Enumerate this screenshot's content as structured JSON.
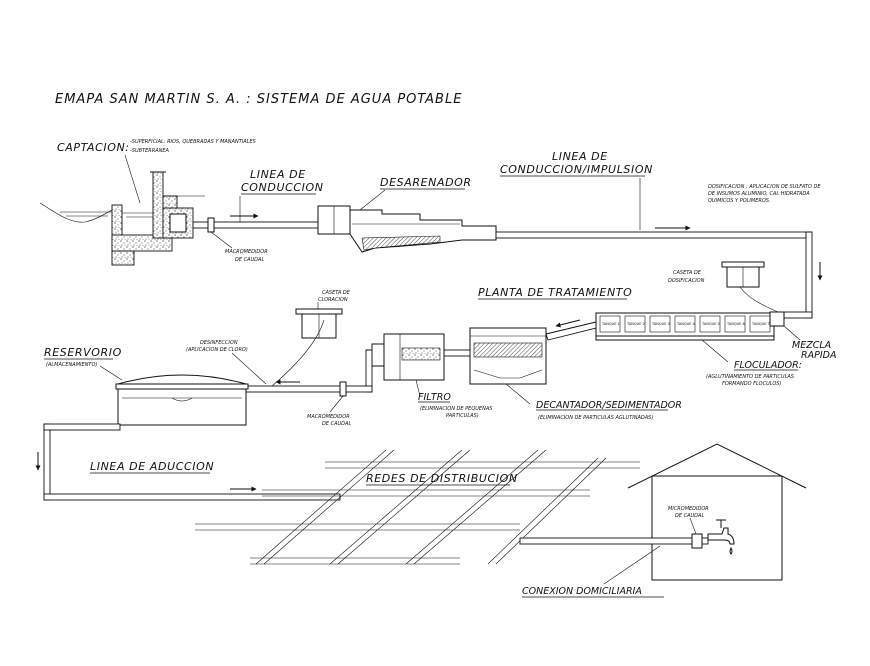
{
  "title": "EMAPA SAN MARTIN S. A. : SISTEMA DE AGUA POTABLE",
  "captacion": {
    "label": "CAPTACION:",
    "item1": "-SUPERFICIAL: RIOS, QUEBRADAS Y MANANTIALES",
    "item2": "-SUBTERRANEA"
  },
  "linea_conduccion": {
    "line1": "LINEA DE",
    "line2": "CONDUCCION"
  },
  "desarenador": "DESARENADOR",
  "linea_impulsion": {
    "line1": "LINEA DE",
    "line2": "CONDUCCION/IMPULSION"
  },
  "dosificacion": {
    "line1": "DOSIFICACION : APLICACION DE SULFATO DE",
    "line2": "DE INSUMOS      ALUMINIO, CAL HIDRATADA",
    "line3": "QUIMICOS       Y POLIMEROS."
  },
  "macromedidor_1": {
    "line1": "MACROMEDIDOR",
    "line2": "DE CAUDAL"
  },
  "caseta_dosificacion": {
    "line1": "CASETA DE",
    "line2": "DOSIFICACION"
  },
  "planta_tratamiento": "PLANTA DE TRATAMIENTO",
  "caseta_cloracion": {
    "line1": "CASETA DE",
    "line2": "CLORACION"
  },
  "mezcla": {
    "line1": "MEZCLA",
    "line2": "RAPIDA"
  },
  "floculador": {
    "label": "FLOCULADOR:",
    "line1": "(AGLUTINAMIENTO DE PARTICULAS",
    "line2": "FORMANDO FLOCULOS)"
  },
  "floc_tanks": [
    "TANQUE 1",
    "TANQUE 2",
    "TANQUE 3",
    "TANQUE 4",
    "TANQUE 5",
    "TANQUE 6",
    "TANQUE 7"
  ],
  "reservorio": {
    "label": "RESERVORIO",
    "sub": "(ALMACENAMIENTO)"
  },
  "desinfeccion": {
    "line1": "DESINFECCION",
    "line2": "(APLICACION DE CLORO)"
  },
  "filtro": {
    "label": "FILTRO",
    "line1": "(ELIMINACION DE PEQUEÑAS",
    "line2": "PARTICULAS)"
  },
  "decantador": {
    "label": "DECANTADOR/SEDIMENTADOR",
    "line1": "(ELIMINACION DE PARTICULAS AGLUTINADAS)"
  },
  "macromedidor_2": {
    "line1": "MACROMEDIDOR",
    "line2": "DE CAUDAL"
  },
  "linea_aduccion": "LINEA DE ADUCCION",
  "redes": "REDES DE DISTRIBUCION",
  "micromedidor": {
    "line1": "MICROMEDIDOR",
    "line2": "DE CAUDAL"
  },
  "conexion": "CONEXION DOMICILIARIA",
  "colors": {
    "ink": "#111111",
    "paper": "#ffffff"
  }
}
